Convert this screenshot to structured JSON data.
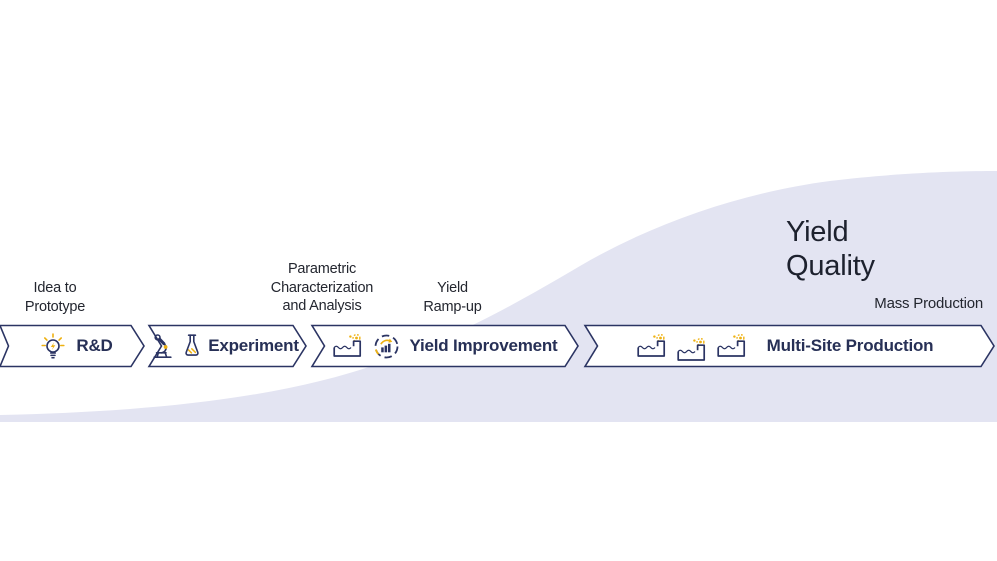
{
  "diagram": {
    "phase_labels": {
      "idea_to_prototype": {
        "line1": "Idea to",
        "line2": "Prototype"
      },
      "parametric": {
        "line1": "Parametric",
        "line2": "Characterization",
        "line3": "and Analysis"
      },
      "yield_ramp_up": {
        "line1": "Yield",
        "line2": "Ramp-up"
      },
      "mass_production": "Mass Production"
    },
    "curve_caption": {
      "line1": "Yield",
      "line2": "Quality"
    },
    "stages": [
      {
        "label": "R&D",
        "icon": "lightbulb-icon"
      },
      {
        "label": "Experiment",
        "icons": [
          "microscope-icon",
          "flask-icon"
        ]
      },
      {
        "label": "Yield Improvement",
        "icons": [
          "wafer-fab-icon",
          "growth-chart-icon"
        ]
      },
      {
        "label": "Multi-Site Production",
        "icons": [
          "wafer-fab-icon",
          "wafer-fab-icon",
          "wafer-fab-icon"
        ]
      }
    ],
    "colors": {
      "navy": "#2b3463",
      "gold": "#eeb111",
      "lavender": "#e3e4f2",
      "text_dark": "#23262f"
    }
  }
}
